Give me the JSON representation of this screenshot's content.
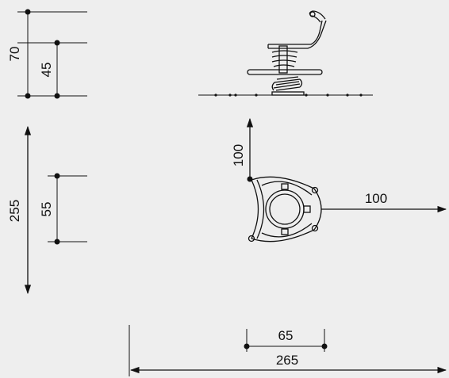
{
  "drawing": {
    "background": "#eeeeee",
    "stroke_color": "#111111",
    "dimensions": {
      "total_height": "70",
      "seat_height": "45",
      "total_length": "255",
      "body_length": "55",
      "clearance_front": "100",
      "clearance_side": "100",
      "seat_width": "65",
      "total_width": "265"
    }
  }
}
